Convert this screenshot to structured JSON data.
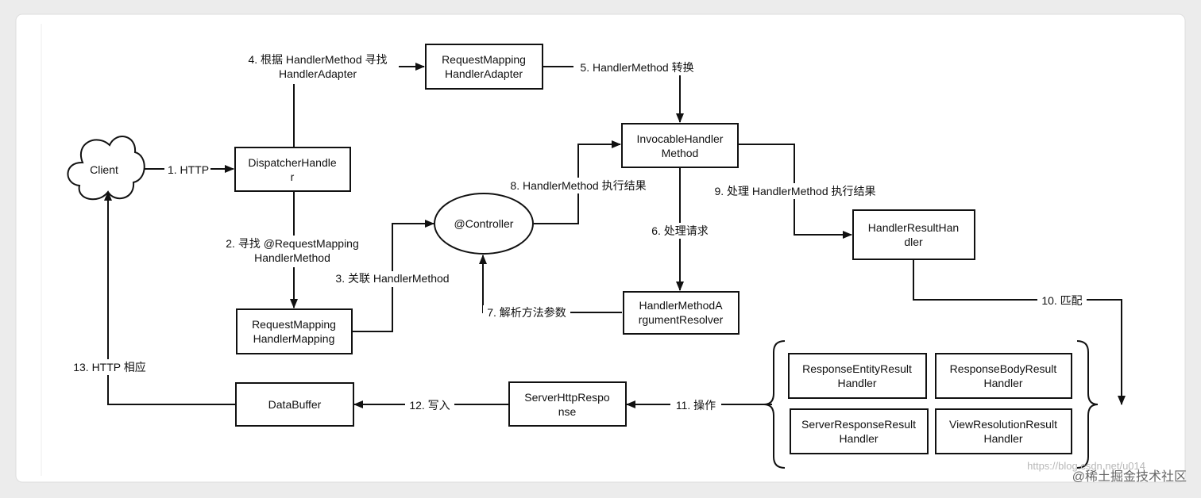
{
  "nodes": {
    "client": "Client",
    "dispatcher": [
      "DispatcherHandle",
      "r"
    ],
    "rm_adapter": [
      "RequestMapping",
      "HandlerAdapter"
    ],
    "invocable": [
      "InvocableHandler",
      "Method"
    ],
    "controller": "@Controller",
    "rm_mapping": [
      "RequestMapping",
      "HandlerMapping"
    ],
    "arg_resolver": [
      "HandlerMethodA",
      "rgumentResolver"
    ],
    "result_handler": [
      "HandlerResultHan",
      "dler"
    ],
    "response_entity": [
      "ResponseEntityResult",
      "Handler"
    ],
    "response_body": [
      "ResponseBodyResult",
      "Handler"
    ],
    "server_response": [
      "ServerResponseResult",
      "Handler"
    ],
    "view_resolution": [
      "ViewResolutionResult",
      "Handler"
    ],
    "server_http_response": [
      "ServerHttpRespo",
      "nse"
    ],
    "data_buffer": "DataBuffer"
  },
  "edges": {
    "e1": "1. HTTP",
    "e2": [
      "2. 寻找 @RequestMapping",
      "HandlerMethod"
    ],
    "e3": "3. 关联 HandlerMethod",
    "e4": [
      "4. 根据 HandlerMethod 寻找",
      "HandlerAdapter"
    ],
    "e5": "5. HandlerMethod 转换",
    "e6": "6. 处理请求",
    "e7": "7. 解析方法参数",
    "e8": "8. HandlerMethod 执行结果",
    "e9": "9. 处理 HandlerMethod 执行结果",
    "e10": "10. 匹配",
    "e11": "11. 操作",
    "e12": "12. 写入",
    "e13": "13. HTTP 相应"
  },
  "watermark": {
    "url": "https://blog.csdn.net/u014",
    "brand": "@稀土掘金技术社区"
  }
}
